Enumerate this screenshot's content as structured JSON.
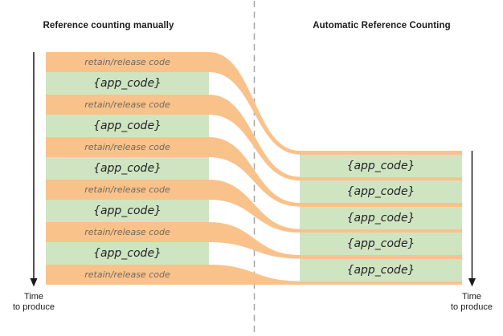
{
  "left_column": {
    "title": "Reference counting manually",
    "rows": [
      {
        "type": "retain",
        "label": "retain/release code"
      },
      {
        "type": "app",
        "label": "{app_code}"
      },
      {
        "type": "retain",
        "label": "retain/release code"
      },
      {
        "type": "app",
        "label": "{app_code}"
      },
      {
        "type": "retain",
        "label": "retain/release code"
      },
      {
        "type": "app",
        "label": "{app_code}"
      },
      {
        "type": "retain",
        "label": "retain/release code"
      },
      {
        "type": "app",
        "label": "{app_code}"
      },
      {
        "type": "retain",
        "label": "retain/release code"
      },
      {
        "type": "app",
        "label": "{app_code}"
      },
      {
        "type": "retain",
        "label": "retain/release code"
      }
    ],
    "time_label": "Time\nto produce"
  },
  "right_column": {
    "title": "Automatic Reference Counting",
    "rows": [
      {
        "type": "app",
        "label": "{app_code}"
      },
      {
        "type": "app",
        "label": "{app_code}"
      },
      {
        "type": "app",
        "label": "{app_code}"
      },
      {
        "type": "app",
        "label": "{app_code}"
      },
      {
        "type": "app",
        "label": "{app_code}"
      }
    ],
    "time_label": "Time\nto produce"
  },
  "colors": {
    "retain_code_fill": "#f9c28b",
    "app_code_fill": "#cfe5c2",
    "retain_text": "#6e6a60",
    "app_text": "#222222",
    "dashed_divider": "#a6a6a6",
    "arrow": "#1a1a1a"
  }
}
